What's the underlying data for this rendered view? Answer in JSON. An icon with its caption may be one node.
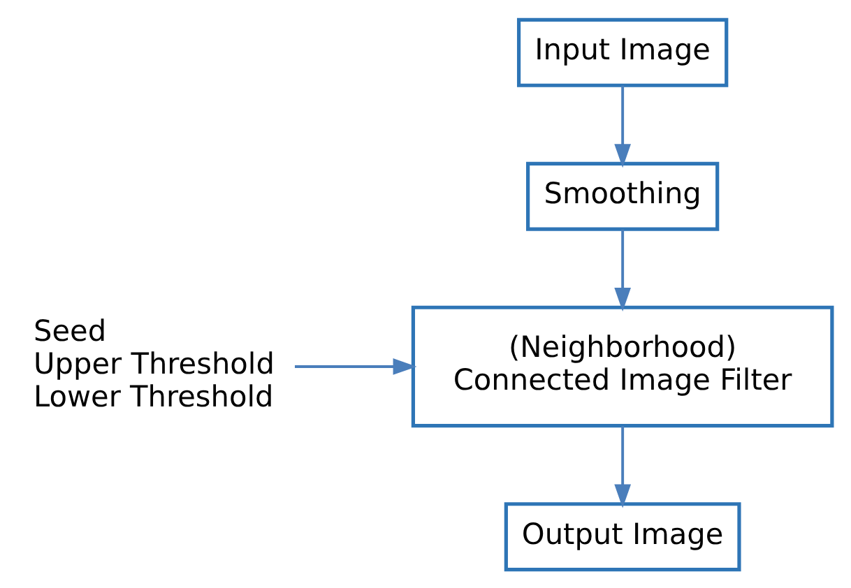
{
  "diagram": {
    "nodes": [
      {
        "text": [
          "Input Image"
        ]
      },
      {
        "text": [
          "Smoothing"
        ]
      },
      {
        "text": [
          "(Neighborhood) Connected Image Filter"
        ]
      },
      {
        "text": [
          "Output Image"
        ]
      },
      {
        "text": [
          "Seed",
          "Upper Threshold",
          "Lower Threshold"
        ]
      }
    ],
    "edges": [
      {
        "from": 0,
        "to": 1,
        "arrow": "to"
      },
      {
        "from": 1,
        "to": 2,
        "arrow": "to"
      },
      {
        "from": 2,
        "to": 3,
        "arrow": "to"
      },
      {
        "from": 4,
        "to": 2,
        "arrow": "to"
      }
    ]
  }
}
